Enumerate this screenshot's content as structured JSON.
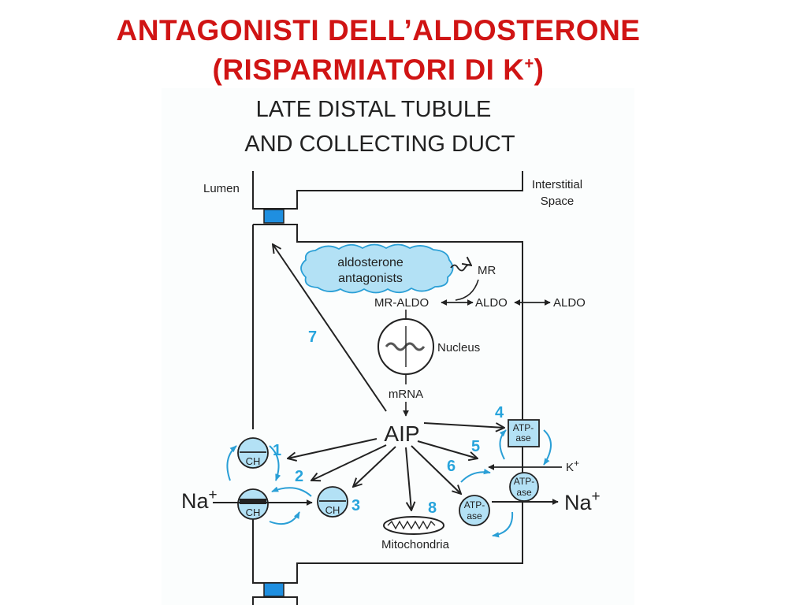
{
  "title": {
    "line1": "ANTAGONISTI DELL’ALDOSTERONE",
    "line2_prefix": "(RISPARMIATORI DI K",
    "line2_sup": "+",
    "line2_suffix": ")"
  },
  "figure": {
    "heading_line1": "LATE DISTAL TUBULE",
    "heading_line2": "AND COLLECTING DUCT",
    "lumen_label": "Lumen",
    "interstitial_line1": "Interstitial",
    "interstitial_line2": "Space",
    "drug_line1": "aldosterone",
    "drug_line2": "antagonists",
    "mr": "MR",
    "mr_aldo": "MR-ALDO",
    "aldo_inner": "ALDO",
    "aldo_outer": "ALDO",
    "nucleus": "Nucleus",
    "mrna": "mRNA",
    "aip": "AIP",
    "mitochondria": "Mitochondria",
    "ch": "CH",
    "atpase_line1": "ATP-",
    "atpase_line2": "ase",
    "na_left": "Na",
    "na_right": "Na",
    "plus": "+",
    "k_label": "K",
    "steps": [
      "1",
      "2",
      "3",
      "4",
      "5",
      "6",
      "7",
      "8"
    ]
  },
  "colors": {
    "title": "#d01414",
    "step_numbers": "#27a4dc",
    "cyan_fill": "#b3e1f5",
    "cyan_stroke": "#2a9fd6",
    "junction_blue": "#1f8fe0",
    "line": "#222222"
  }
}
